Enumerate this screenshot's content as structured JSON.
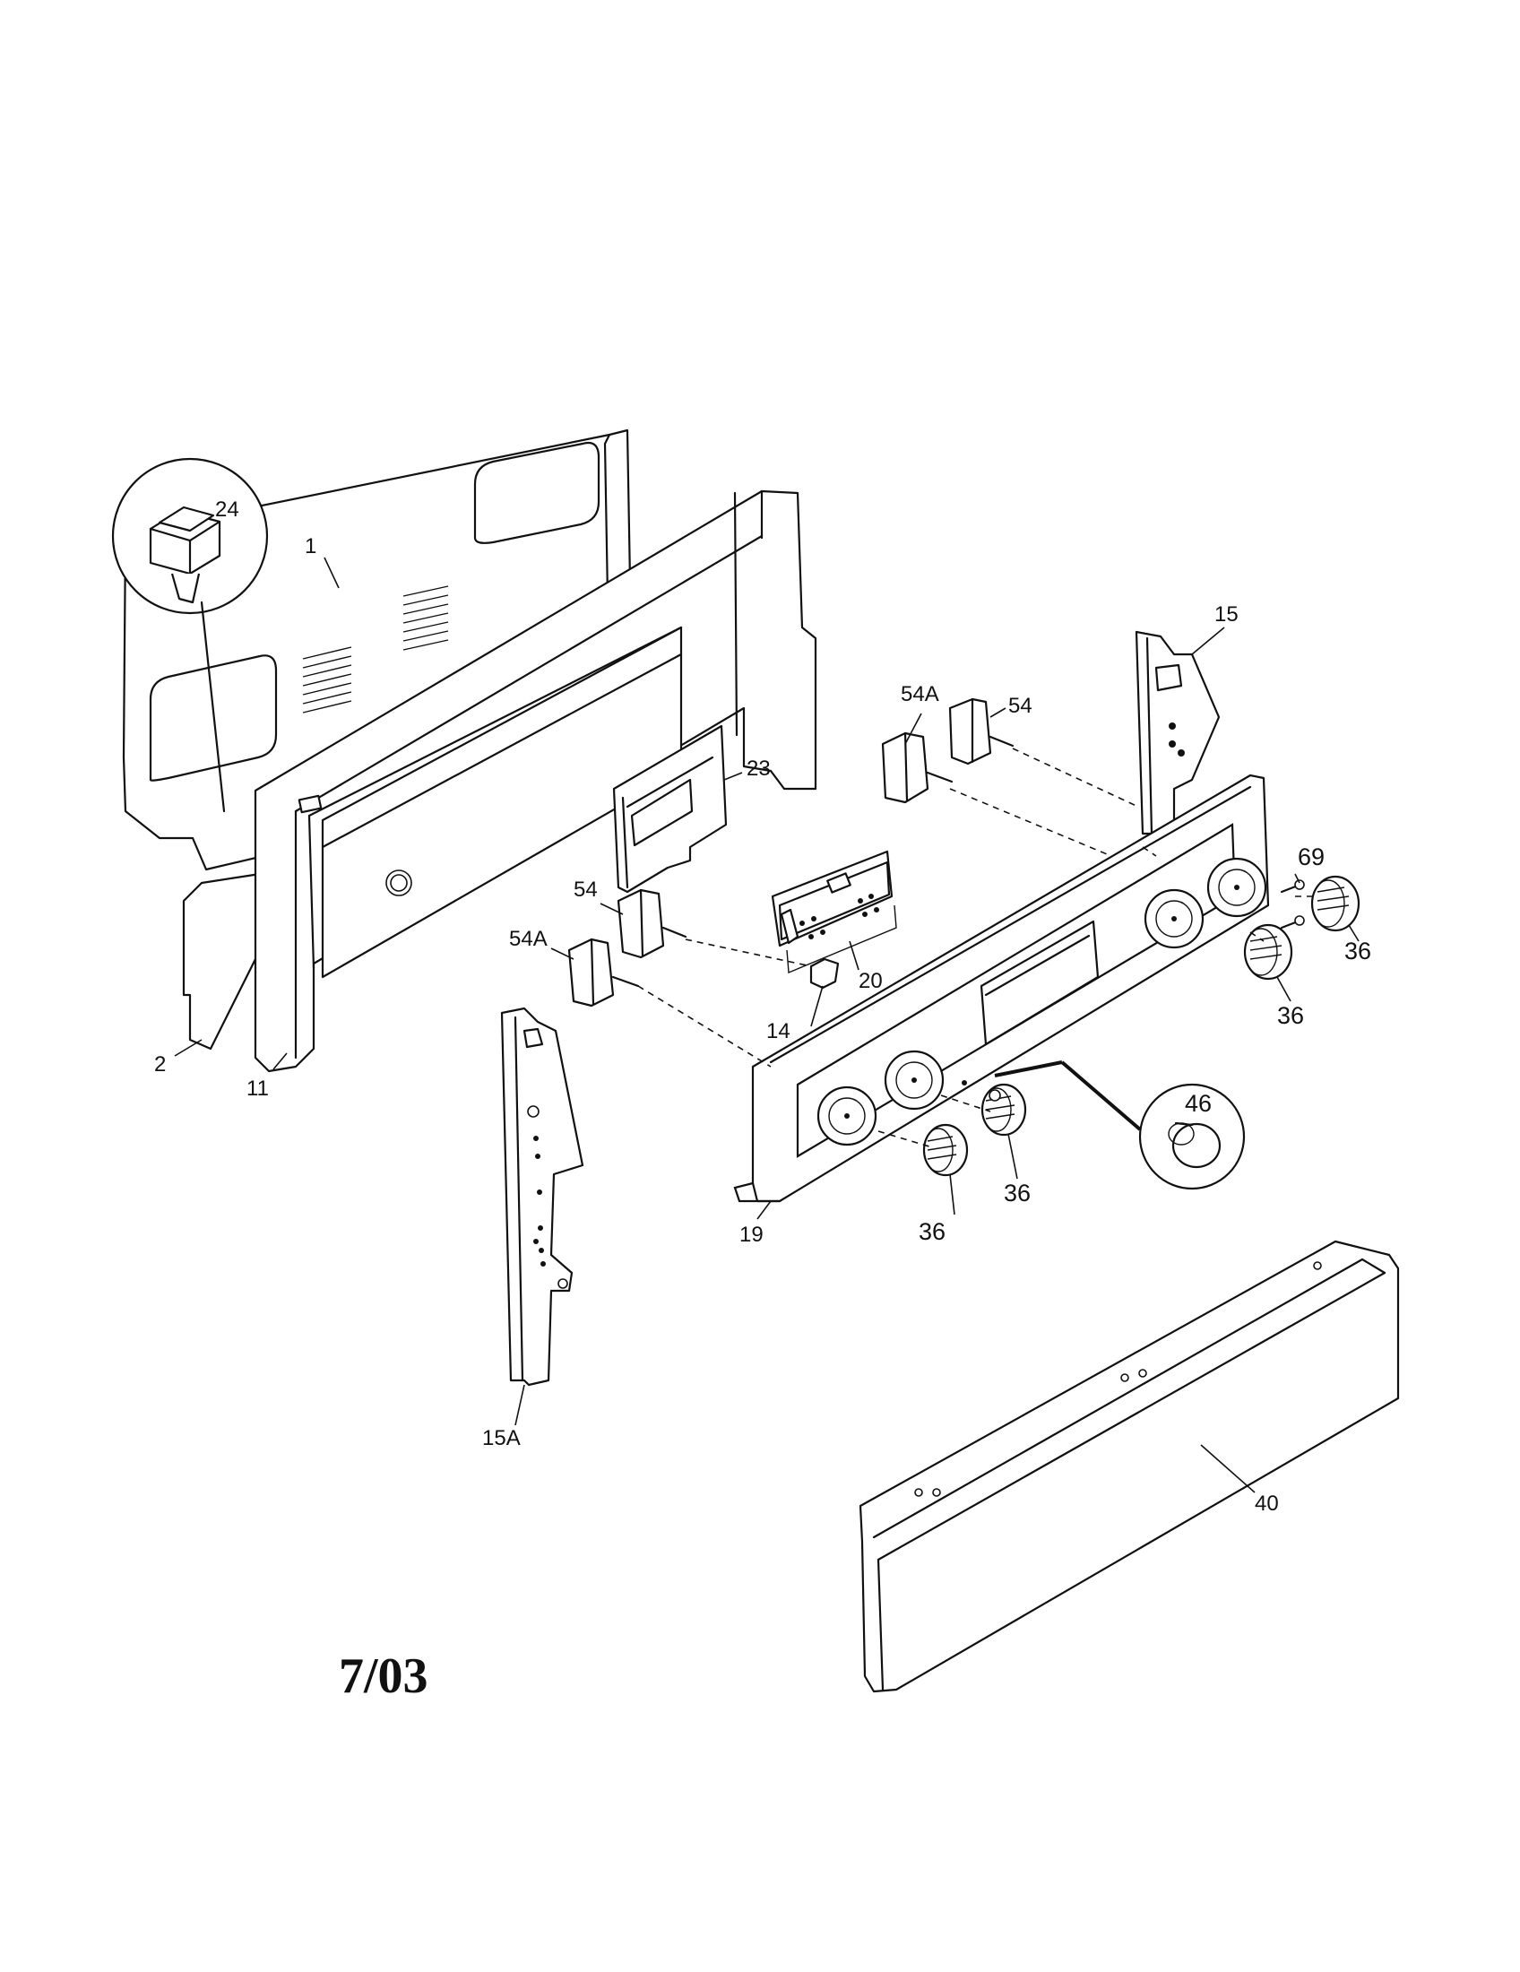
{
  "diagram": {
    "callouts": {
      "p1": "1",
      "p2": "2",
      "p11": "11",
      "p14": "14",
      "p15": "15",
      "p15a": "15A",
      "p19": "19",
      "p20": "20",
      "p23": "23",
      "p24": "24",
      "p36a": "36",
      "p36b": "36",
      "p36c": "36",
      "p36d": "36",
      "p40": "40",
      "p46": "46",
      "p54a": "54",
      "p54b": "54",
      "p54A_a": "54A",
      "p54A_b": "54A",
      "p69": "69"
    },
    "date_code": "7/03"
  }
}
